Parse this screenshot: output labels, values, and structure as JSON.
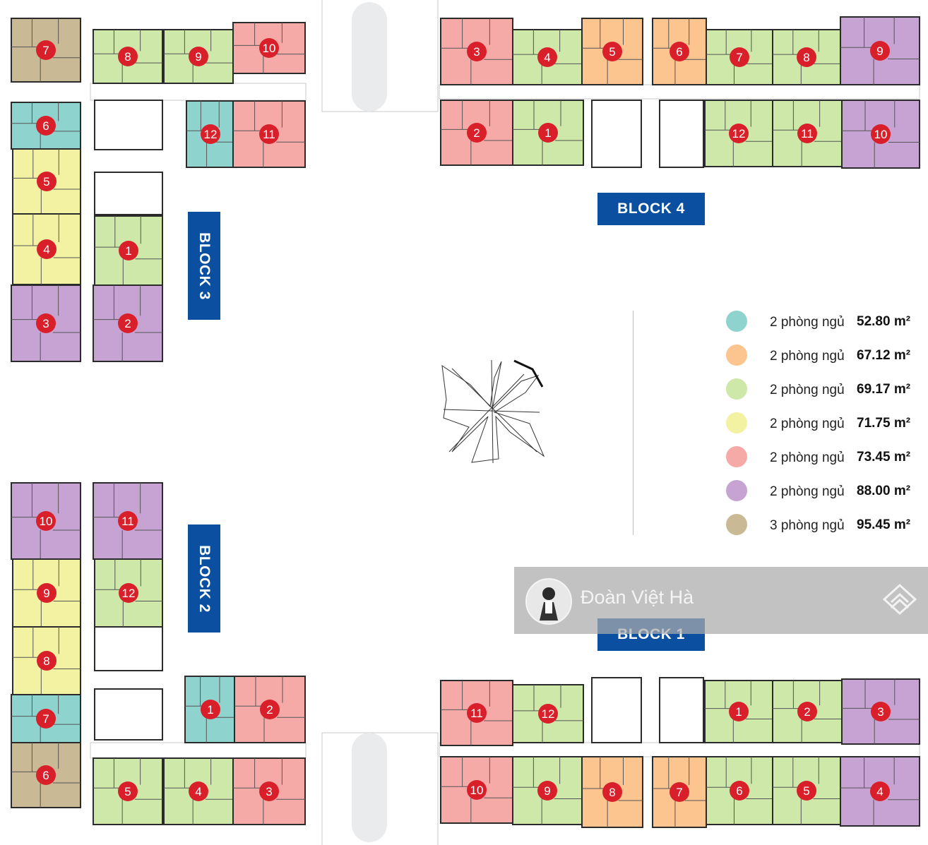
{
  "legend": [
    {
      "label": "2 phòng ngủ",
      "area": "52.80 m²",
      "color": "#8fd3cf"
    },
    {
      "label": "2 phòng ngủ",
      "area": "67.12 m²",
      "color": "#fcc590"
    },
    {
      "label": "2 phòng ngủ",
      "area": "69.17 m²",
      "color": "#cde8a8"
    },
    {
      "label": "2 phòng ngủ",
      "area": "71.75 m²",
      "color": "#f3f1a2"
    },
    {
      "label": "2 phòng ngủ",
      "area": "73.45 m²",
      "color": "#f6aaa8"
    },
    {
      "label": "2 phòng ngủ",
      "area": "88.00 m²",
      "color": "#c6a3d2"
    },
    {
      "label": "3 phòng ngủ",
      "area": "95.45 m²",
      "color": "#c9b995"
    }
  ],
  "blocks": {
    "block1": "BLOCK 1",
    "block2": "BLOCK 2",
    "block3": "BLOCK 3",
    "block4": "BLOCK 4"
  },
  "units": {
    "block3": [
      {
        "num": "7",
        "type": 6
      },
      {
        "num": "8",
        "type": 2
      },
      {
        "num": "9",
        "type": 2
      },
      {
        "num": "10",
        "type": 4
      },
      {
        "num": "6",
        "type": 0
      },
      {
        "num": "12",
        "type": 0
      },
      {
        "num": "11",
        "type": 4
      },
      {
        "num": "5",
        "type": 3
      },
      {
        "num": "4",
        "type": 3
      },
      {
        "num": "1",
        "type": 2
      },
      {
        "num": "3",
        "type": 5
      },
      {
        "num": "2",
        "type": 5
      }
    ],
    "block4": [
      {
        "num": "3",
        "type": 4
      },
      {
        "num": "4",
        "type": 2
      },
      {
        "num": "5",
        "type": 1
      },
      {
        "num": "6",
        "type": 1
      },
      {
        "num": "7",
        "type": 2
      },
      {
        "num": "8",
        "type": 2
      },
      {
        "num": "9",
        "type": 5
      },
      {
        "num": "2",
        "type": 4
      },
      {
        "num": "1",
        "type": 2
      },
      {
        "num": "12",
        "type": 2
      },
      {
        "num": "11",
        "type": 2
      },
      {
        "num": "10",
        "type": 5
      }
    ],
    "block2": [
      {
        "num": "10",
        "type": 5
      },
      {
        "num": "11",
        "type": 5
      },
      {
        "num": "9",
        "type": 3
      },
      {
        "num": "12",
        "type": 2
      },
      {
        "num": "8",
        "type": 3
      },
      {
        "num": "7",
        "type": 0
      },
      {
        "num": "1",
        "type": 0
      },
      {
        "num": "2",
        "type": 4
      },
      {
        "num": "6",
        "type": 6
      },
      {
        "num": "5",
        "type": 2
      },
      {
        "num": "4",
        "type": 2
      },
      {
        "num": "3",
        "type": 4
      }
    ],
    "block1": [
      {
        "num": "11",
        "type": 4
      },
      {
        "num": "12",
        "type": 2
      },
      {
        "num": "1",
        "type": 2
      },
      {
        "num": "2",
        "type": 2
      },
      {
        "num": "3",
        "type": 5
      },
      {
        "num": "10",
        "type": 4
      },
      {
        "num": "9",
        "type": 2
      },
      {
        "num": "8",
        "type": 1
      },
      {
        "num": "7",
        "type": 1
      },
      {
        "num": "6",
        "type": 2
      },
      {
        "num": "5",
        "type": 2
      },
      {
        "num": "4",
        "type": 5
      }
    ]
  },
  "watermark": {
    "name": "Đoàn Việt Hà"
  },
  "colors": {
    "marker": "#d9202a",
    "block_label": "#0a4fa0",
    "wall": "#2b2b2b"
  }
}
